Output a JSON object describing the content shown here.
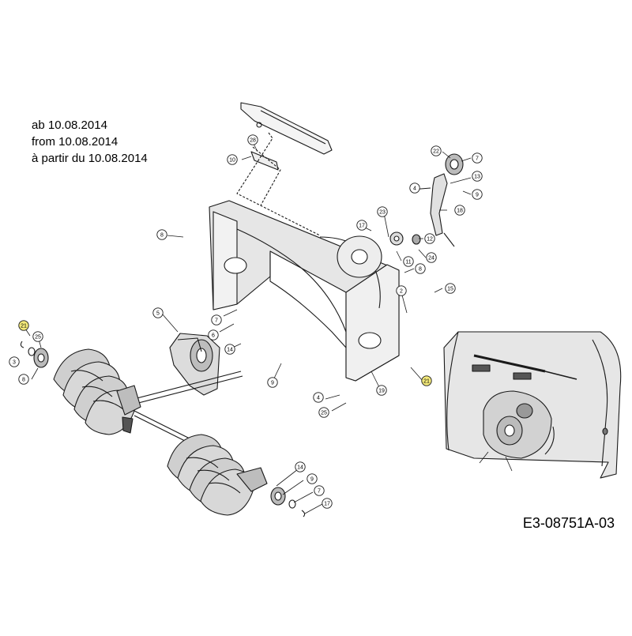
{
  "notes": {
    "line_de": "ab 10.08.2014",
    "line_en": "from 10.08.2014",
    "line_fr": "à partir du 10.08.2014"
  },
  "drawing_code": "E3-08751A-03",
  "colors": {
    "stroke": "#1a1a1a",
    "highlight": "#f3e97a",
    "housing_shade": "#e6e6e6",
    "auger_shade": "#cfcfcf"
  },
  "callouts": [
    {
      "label": "28",
      "highlight": false
    },
    {
      "label": "10",
      "highlight": false
    },
    {
      "label": "22",
      "highlight": false
    },
    {
      "label": "7",
      "highlight": false
    },
    {
      "label": "13",
      "highlight": false
    },
    {
      "label": "9",
      "highlight": false
    },
    {
      "label": "18",
      "highlight": false
    },
    {
      "label": "12",
      "highlight": false
    },
    {
      "label": "11",
      "highlight": false
    },
    {
      "label": "23",
      "highlight": false
    },
    {
      "label": "8",
      "highlight": false
    },
    {
      "label": "17",
      "highlight": false
    },
    {
      "label": "24",
      "highlight": false
    },
    {
      "label": "4",
      "highlight": false
    },
    {
      "label": "8",
      "highlight": false
    },
    {
      "label": "15",
      "highlight": false
    },
    {
      "label": "2",
      "highlight": false
    },
    {
      "label": "5",
      "highlight": false
    },
    {
      "label": "7",
      "highlight": false
    },
    {
      "label": "6",
      "highlight": false
    },
    {
      "label": "9",
      "highlight": false
    },
    {
      "label": "14",
      "highlight": false
    },
    {
      "label": "21",
      "highlight": true
    },
    {
      "label": "25",
      "highlight": false
    },
    {
      "label": "3",
      "highlight": false
    },
    {
      "label": "8",
      "highlight": false
    },
    {
      "label": "19",
      "highlight": false
    },
    {
      "label": "4",
      "highlight": false
    },
    {
      "label": "25",
      "highlight": false
    },
    {
      "label": "21",
      "highlight": true
    },
    {
      "label": "14",
      "highlight": false
    },
    {
      "label": "9",
      "highlight": false
    },
    {
      "label": "7",
      "highlight": false
    },
    {
      "label": "17",
      "highlight": false
    }
  ]
}
